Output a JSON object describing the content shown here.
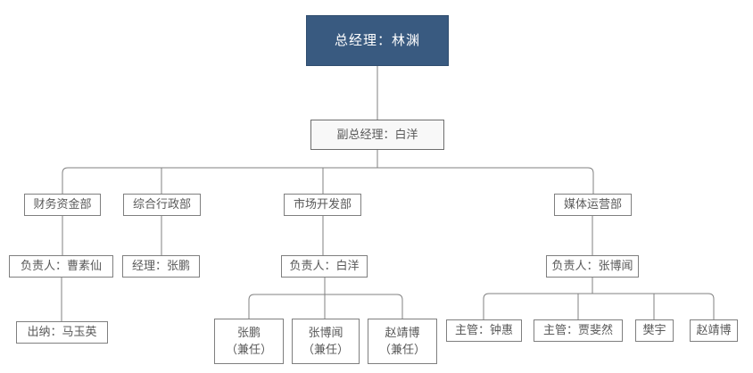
{
  "colors": {
    "root_fill": "#395A80",
    "root_text": "#FFFFFF",
    "node_fill": "#FFFFFF",
    "node_border": "#7F7F7F",
    "node_text": "#595959",
    "connector": "#808080"
  },
  "org": {
    "gm": {
      "label": "总经理：林渊"
    },
    "deputy_gm": {
      "label": "副总经理：白洋"
    },
    "finance": {
      "dept": "财务资金部",
      "head": "负责人：曹素仙",
      "cashier": "出纳：马玉英"
    },
    "admin": {
      "dept": "综合行政部",
      "manager": "经理：张鹏"
    },
    "market": {
      "dept": "市场开发部",
      "head": "负责人：白洋",
      "members": [
        {
          "name": "张鹏",
          "note": "（兼任）"
        },
        {
          "name": "张博闻",
          "note": "（兼任）"
        },
        {
          "name": "赵靖博",
          "note": "（兼任）"
        }
      ]
    },
    "media": {
      "dept": "媒体运营部",
      "head": "负责人：张博闻",
      "staff": [
        "主管：钟惠",
        "主管：贾斐然",
        "樊宇",
        "赵靖博"
      ]
    }
  }
}
